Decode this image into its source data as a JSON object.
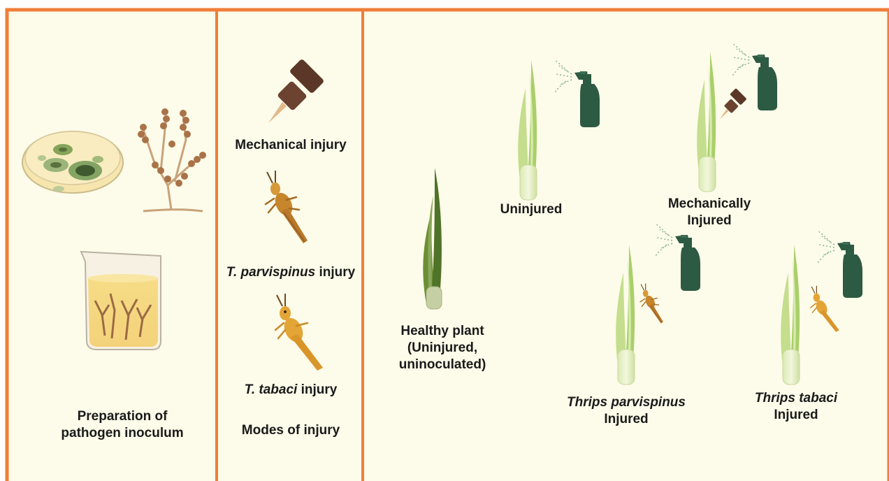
{
  "colors": {
    "background": "#fdfbe9",
    "frame": "#ef7e3a",
    "pin": "#6b4330",
    "sprayer": "#2d5a43",
    "thrips": "#c8862c",
    "leaf_light": "#b9d783",
    "leaf_dark": "#5a7a2e",
    "fungus": "#a97347"
  },
  "panels": {
    "inoculum": {
      "caption_line1": "Preparation of",
      "caption_line2": "pathogen inoculum",
      "icons": [
        "petri-dish-icon",
        "fungal-conidiophore-icon",
        "beaker-culture-icon"
      ]
    },
    "modes": {
      "mechanical": "Mechanical injury",
      "parvispinus_italic": "T. parvispinus",
      "parvispinus_rest": " injury",
      "tabaci_italic": "T. tabaci",
      "tabaci_rest": " injury",
      "title": "Modes of injury"
    },
    "treatments": {
      "healthy_line1": "Healthy plant",
      "healthy_line2": "(Uninjured,",
      "healthy_line3": "uninoculated)",
      "uninjured": "Uninjured",
      "mechanically_line1": "Mechanically",
      "mechanically_line2": "Injured",
      "thrips_parvispinus_line1": "Thrips parvispinus",
      "thrips_parvispinus_line2": "Injured",
      "thrips_tabaci_line1": "Thrips tabaci",
      "thrips_tabaci_line2": "Injured"
    }
  }
}
